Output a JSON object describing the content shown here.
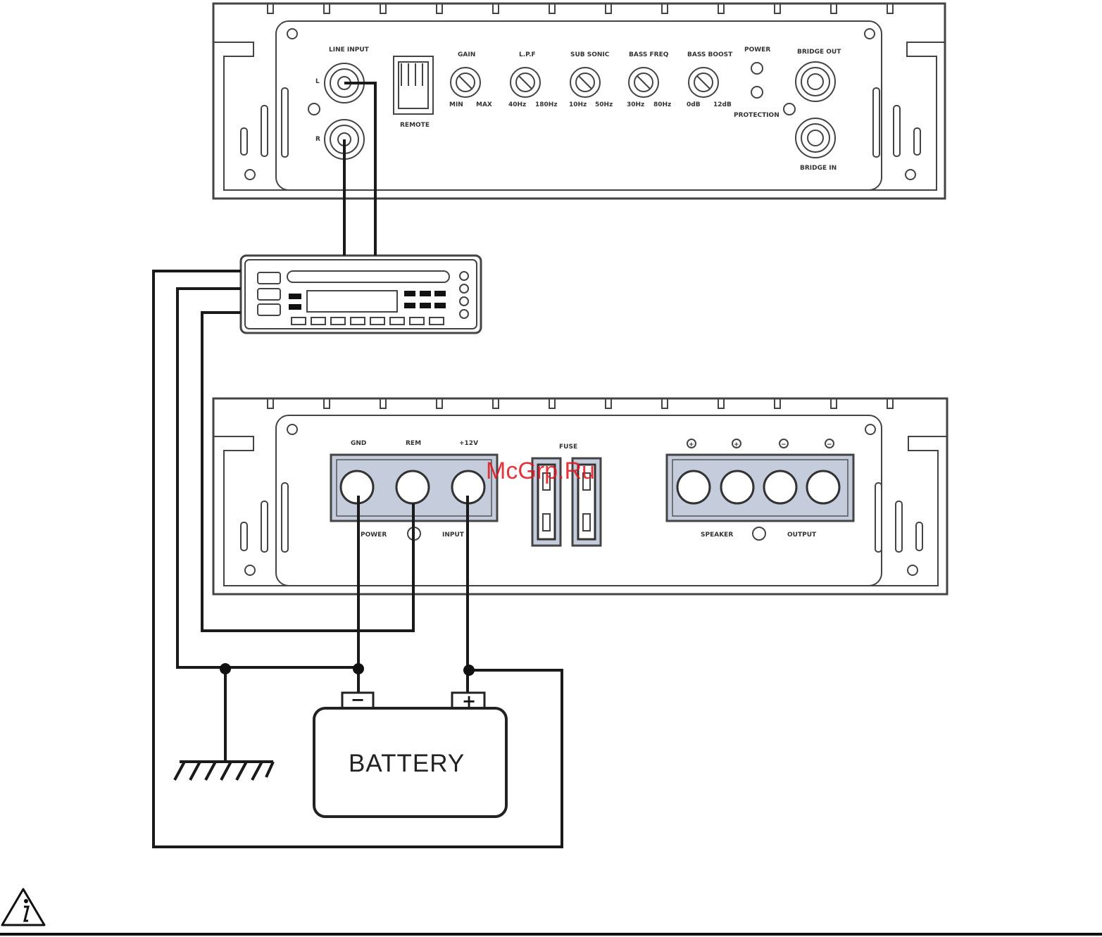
{
  "watermark": "McGrp.Ru",
  "top_amp": {
    "line_input": "LINE INPUT",
    "ch_left": "L",
    "ch_right": "R",
    "remote": "REMOTE",
    "gain": "GAIN",
    "gain_min": "MIN",
    "gain_max": "MAX",
    "lpf": "L.P.F",
    "lpf_min": "40Hz",
    "lpf_max": "180Hz",
    "sub_sonic": "SUB SONIC",
    "sub_min": "10Hz",
    "sub_max": "50Hz",
    "bass_freq": "BASS FREQ",
    "bf_min": "30Hz",
    "bf_max": "80Hz",
    "bass_boost": "BASS BOOST",
    "bb_min": "0dB",
    "bb_max": "12dB",
    "power": "POWER",
    "protection": "PROTECTION",
    "bridge_out": "BRIDGE OUT",
    "bridge_in": "BRIDGE IN"
  },
  "bottom_amp": {
    "gnd": "GND",
    "rem": "REM",
    "plus12v": "+12V",
    "power": "POWER",
    "input": "INPUT",
    "fuse": "FUSE",
    "speaker": "SPEAKER",
    "output": "OUTPUT",
    "sp_plus": "+",
    "sp_minus": "−"
  },
  "battery": {
    "label": "BATTERY",
    "neg": "−",
    "pos": "+"
  },
  "icons": [
    "info-icon",
    "ground-symbol-icon"
  ]
}
